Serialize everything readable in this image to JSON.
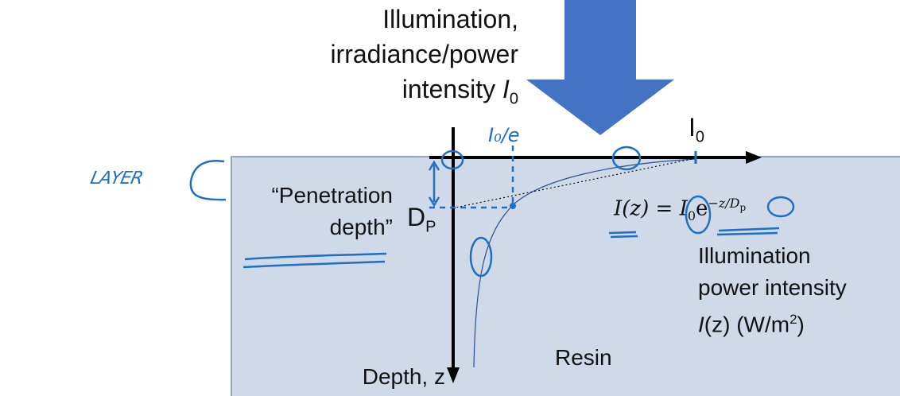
{
  "illumination": {
    "line1": "Illumination,",
    "line2": "irradiance/power",
    "line3_prefix": "intensity ",
    "symbol": "I",
    "sub": "0"
  },
  "axis_top": {
    "symbol": "I",
    "sub": "0"
  },
  "annotations": {
    "i0_over_e": "I₀/e",
    "layer": "LAYER"
  },
  "penetration": {
    "line1": "“Penetration",
    "line2": "depth”",
    "symbol": "D",
    "sub": "P"
  },
  "equation": {
    "lhs": "I(z) = ",
    "i": "I",
    "i_sub": "0",
    "e": "e",
    "exponent": "−z/D",
    "exponent_sub": "p"
  },
  "intensity_label": {
    "line1": "Illumination",
    "line2": "power intensity",
    "line3_i": "I",
    "line3_rest": "(z) (W/m",
    "sup": "2",
    "close": ")"
  },
  "depth_label": "Depth, z",
  "resin_label": "Resin",
  "colors": {
    "resin": "#d0d9e8",
    "resin_border": "#7a8aa8",
    "arrow": "#4472c4",
    "ink": "#1f6fc4"
  }
}
